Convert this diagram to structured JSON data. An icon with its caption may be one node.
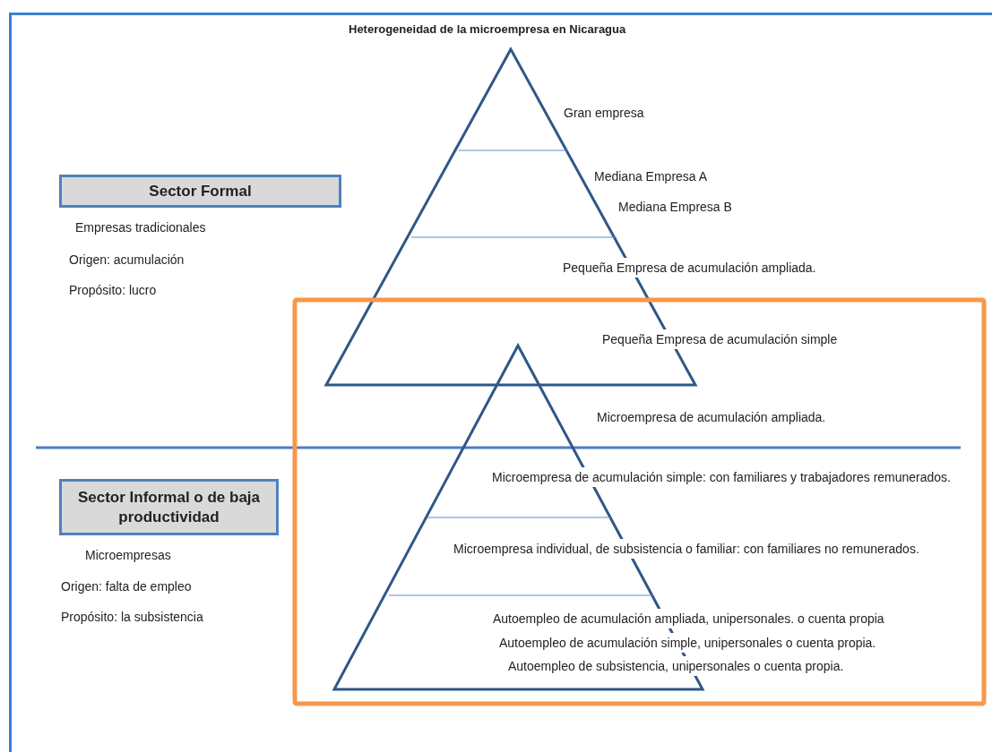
{
  "diagram": {
    "title": "Heterogeneidad de la microempresa en Nicaragua",
    "nodes": [
      {
        "text": [
          "Sector Formal"
        ],
        "beside": [
          "Empresas tradicionales",
          "Origen:  acumulación",
          "Propósito:  lucro"
        ]
      },
      {
        "text": [
          "Sector Informal  o de baja productividad"
        ],
        "beside": [
          "Microempresas",
          "Origen:  falta de empleo",
          "Propósito:  la subsistencia"
        ]
      }
    ],
    "labels": [
      "Gran empresa",
      "Mediana Empresa A",
      "Mediana Empresa B",
      "Pequeña Empresa de acumulación ampliada.",
      "Pequeña Empresa de acumulación simple",
      "Microempresa de acumulación ampliada.",
      "Microempresa de acumulación simple:  con familiares  y trabajadores remunerados.",
      "Microempresa individual, de subsistencia o familiar:  con familiares no remunerados.",
      "Autoempleo de acumulación ampliada, unipersonales. o cuenta propia",
      "Autoempleo de acumulación simple, unipersonales o cuenta propia.",
      "Autoempleo de subsistencia, unipersonales o cuenta propia."
    ]
  }
}
